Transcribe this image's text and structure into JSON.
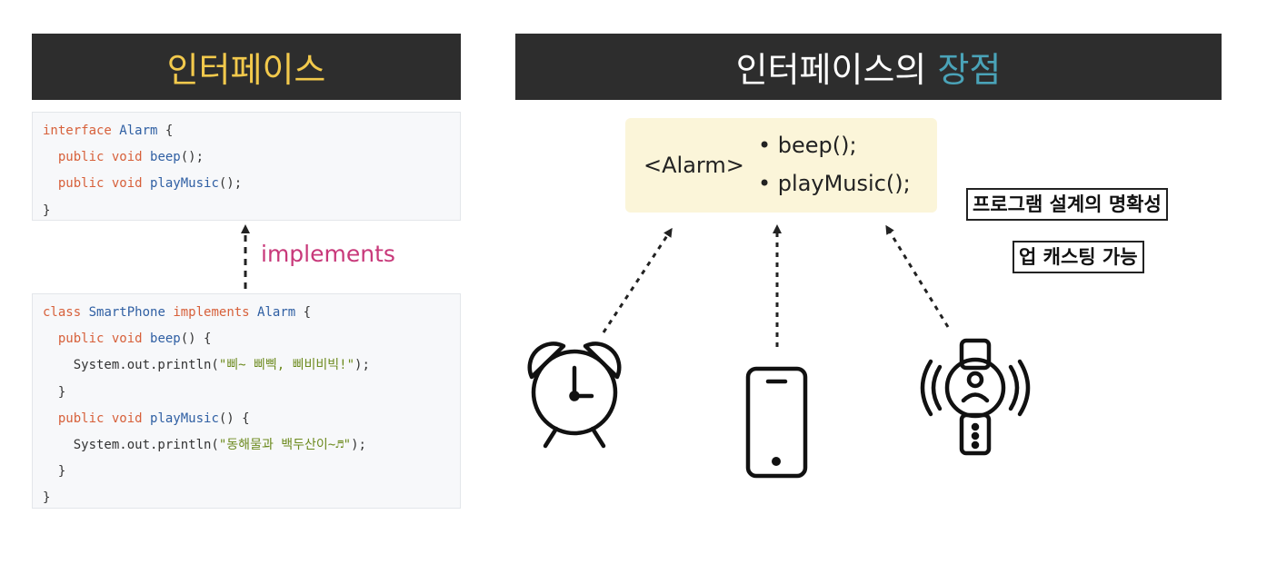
{
  "left": {
    "title": "인터페이스",
    "implements_label": "implements",
    "interface_code": [
      [
        {
          "t": "interface",
          "c": "kw"
        },
        {
          "t": " Alarm ",
          "c": "ty"
        },
        {
          "t": "{",
          "c": "pl"
        }
      ],
      [
        {
          "t": "  public void ",
          "c": "kw"
        },
        {
          "t": "beep",
          "c": "fn"
        },
        {
          "t": "();",
          "c": "pl"
        }
      ],
      [
        {
          "t": "  public void ",
          "c": "kw"
        },
        {
          "t": "playMusic",
          "c": "fn"
        },
        {
          "t": "();",
          "c": "pl"
        }
      ],
      [
        {
          "t": "}",
          "c": "pl"
        }
      ]
    ],
    "class_code": [
      [
        {
          "t": "class",
          "c": "kw"
        },
        {
          "t": " SmartPhone ",
          "c": "ty"
        },
        {
          "t": "implements",
          "c": "kw"
        },
        {
          "t": " Alarm ",
          "c": "ty"
        },
        {
          "t": "{",
          "c": "pl"
        }
      ],
      [
        {
          "t": "  public void ",
          "c": "kw"
        },
        {
          "t": "beep",
          "c": "fn"
        },
        {
          "t": "() {",
          "c": "pl"
        }
      ],
      [
        {
          "t": "    System.out.println(",
          "c": "pl"
        },
        {
          "t": "\"삐~ 삐삑, 삐비비빅!\"",
          "c": "st"
        },
        {
          "t": ");",
          "c": "pl"
        }
      ],
      [
        {
          "t": "  }",
          "c": "pl"
        }
      ],
      [
        {
          "t": "  public void ",
          "c": "kw"
        },
        {
          "t": "playMusic",
          "c": "fn"
        },
        {
          "t": "() {",
          "c": "pl"
        }
      ],
      [
        {
          "t": "    System.out.println(",
          "c": "pl"
        },
        {
          "t": "\"동해물과 백두산이~♬\"",
          "c": "st"
        },
        {
          "t": ");",
          "c": "pl"
        }
      ],
      [
        {
          "t": "  }",
          "c": "pl"
        }
      ],
      [
        {
          "t": "}",
          "c": "pl"
        }
      ]
    ]
  },
  "right": {
    "title_main": "인터페이스의 ",
    "title_accent": "장점",
    "alarm_name": "<Alarm>",
    "methods": [
      "• beep();",
      "• playMusic();"
    ],
    "advantages": [
      "프로그램 설계의 명확성",
      "업 캐스팅 가능"
    ],
    "icons": [
      "alarm-clock-icon",
      "smartphone-icon",
      "smartwatch-icon"
    ]
  },
  "colors": {
    "title_bar": "#2d2d2d",
    "left_title_text": "#f2c94c",
    "accent": "#4aa3b8",
    "implements": "#c8397a",
    "alarm_box": "#fbf5d9",
    "keyword": "#d7603a",
    "type": "#2f5fa3",
    "string": "#6c8a1e"
  }
}
